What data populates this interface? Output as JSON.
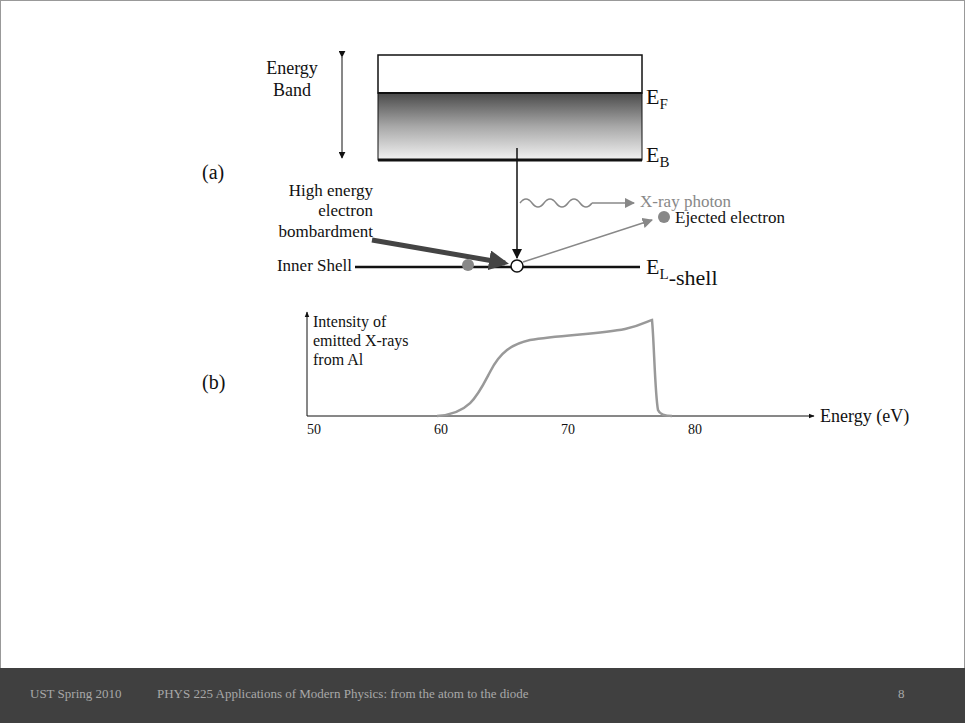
{
  "diagram": {
    "labels": [
      "(a)",
      "Energy Band",
      "E",
      "F",
      "E",
      "B",
      "High energy electron bombardment",
      "X-ray photon",
      "Ejected electron",
      "Inner Shell",
      "E",
      "L",
      "-shell",
      "(b)",
      "Intensity of emitted X-rays from Al",
      "50",
      "60",
      "70",
      "80",
      "Energy (eV)",
      "UST Spring 2010",
      "PHYS 225 Applications of Modern Physics: from the atom to the diode",
      "8"
    ]
  }
}
